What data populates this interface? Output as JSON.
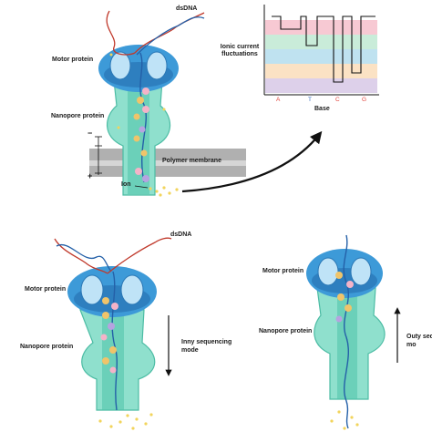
{
  "top_panel": {
    "dsdna_label": "dsDNA",
    "motor_label": "Motor protein",
    "nanopore_label": "Nanopore protein",
    "membrane_label": "Polymer membrane",
    "ion_label": "Ion",
    "minus_sign": "−",
    "plus_sign": "+"
  },
  "signal_chart": {
    "ylabel": "Ionic current fluctuations",
    "xlabel": "Base",
    "bases": [
      "A",
      "T",
      "C",
      "G"
    ],
    "base_colors": [
      "#e2453d",
      "#3a6fc0",
      "#e2453d",
      "#e2453d"
    ],
    "band_colors": [
      "#f7c9d3",
      "#c9ecd9",
      "#bfe2f0",
      "#fbe2c4",
      "#ddd0ea"
    ]
  },
  "bottom_left_panel": {
    "dsdna_label": "dsDNA",
    "motor_label": "Motor protein",
    "nanopore_label": "Nanopore protein",
    "mode_label_line1": "Inny sequencing",
    "mode_label_line2": "mode"
  },
  "bottom_right_panel": {
    "motor_label": "Motor protein",
    "nanopore_label": "Nanopore protein",
    "mode_label_line1": "Outy seq",
    "mode_label_line2": "mo"
  },
  "colors": {
    "motor_blue": "#3d9ad8",
    "motor_light": "#bfe3f7",
    "pore_teal": "#7fdcc8",
    "pore_dark": "#3fb79f",
    "membrane": "#a9a9a9",
    "dna_red": "#c0392b",
    "dna_blue": "#2460a8",
    "ion_yellow": "#f2d45c"
  }
}
